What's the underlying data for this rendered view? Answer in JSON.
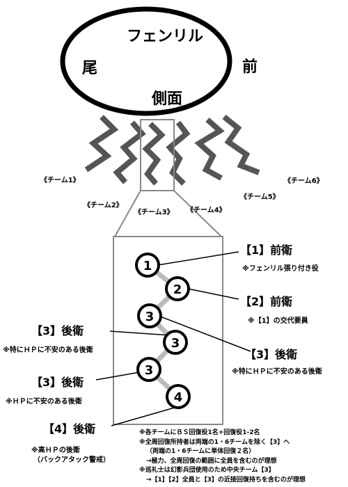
{
  "boss": {
    "name": "フェンリル",
    "tail": "尾",
    "front": "前",
    "side": "側面"
  },
  "teams": [
    {
      "label": "《チーム1》"
    },
    {
      "label": "《チーム2》"
    },
    {
      "label": "《チーム3》"
    },
    {
      "label": "《チーム4》"
    },
    {
      "label": "《チーム5》"
    },
    {
      "label": "《チーム6》"
    }
  ],
  "members": [
    {
      "number": "1",
      "role": "【1】前衛",
      "desc": "※フェンリル張り付き役"
    },
    {
      "number": "2",
      "role": "【2】前衛",
      "desc": "※【1】の交代要員"
    },
    {
      "number": "3",
      "role": "【3】後衛",
      "desc": "※特にＨＰに不安のある後衛"
    },
    {
      "number": "3",
      "role": "【3】後衛",
      "desc": "※特にＨＰに不安のある後衛"
    },
    {
      "number": "3",
      "role": "【3】後衛",
      "desc": "※ＨＰに不安のある後衛"
    },
    {
      "number": "4",
      "role": "【4】後衛",
      "desc": "※高ＨＰの後衛",
      "desc2": "（バックアタック警戒）"
    }
  ],
  "notes": [
    "※各チームにＢＳ回復役1名+回復役1-2名",
    "※全周回復所持者は両端の1・6チームを除く【3】へ",
    "（両端の1・6チームに単体回復２名）",
    "→極力、全周回復の範囲に全員を含むのが理想",
    "※巡礼士は幻影兵団使用のため中央チーム【3】",
    "→【1】【2】全員と【3】の近接回復持ちを含むのが理想"
  ],
  "colors": {
    "zigzag": "#555555",
    "frame": "#888888",
    "connector": "#bbbbbb"
  }
}
